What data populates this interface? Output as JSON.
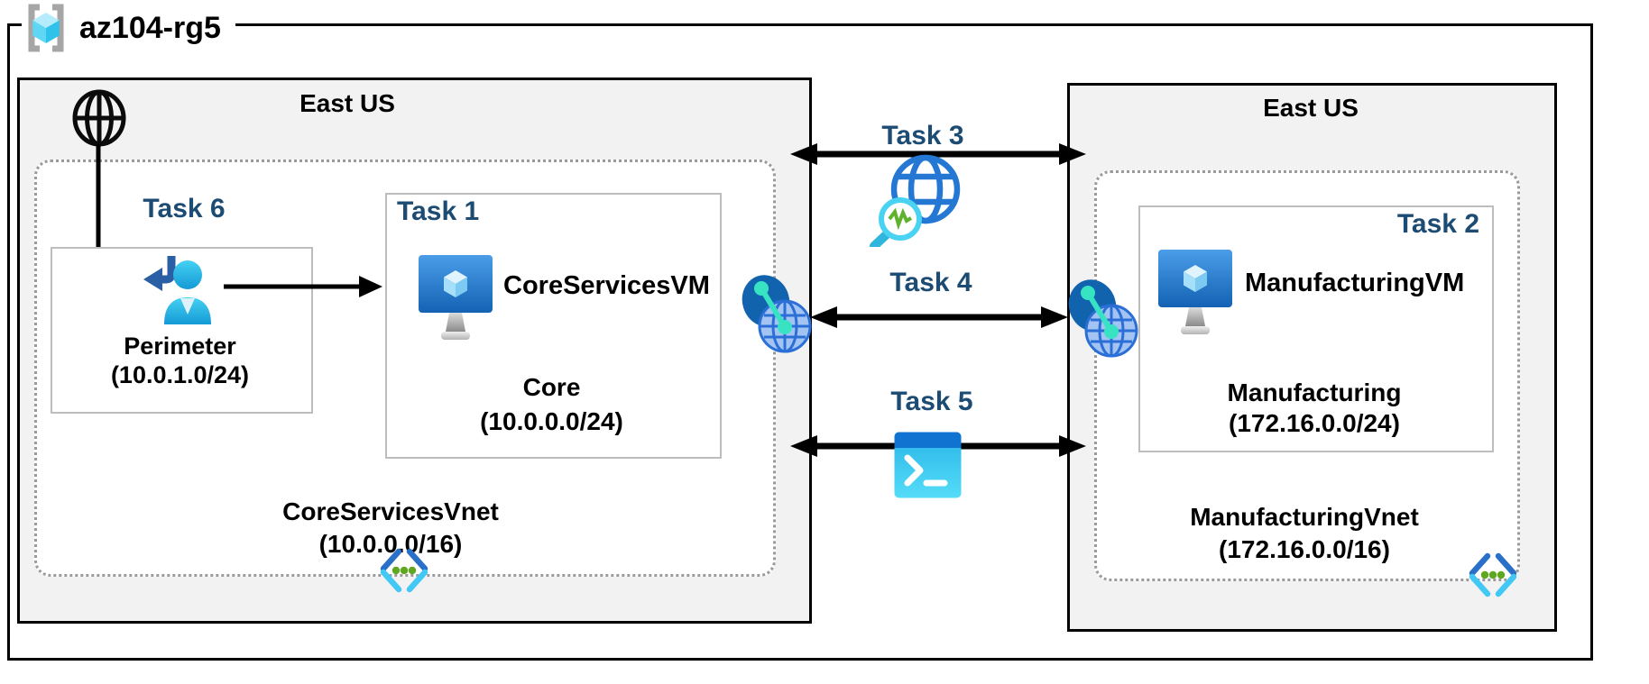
{
  "resource_group": {
    "name": "az104-rg5"
  },
  "left_region": {
    "location": "East US",
    "task6_label": "Task 6",
    "perimeter_subnet": {
      "name": "Perimeter",
      "cidr": "(10.0.1.0/24)"
    },
    "task1_label": "Task 1",
    "vm_name": "CoreServicesVM",
    "core_subnet": {
      "name": "Core",
      "cidr": "(10.0.0.0/24)"
    },
    "vnet": {
      "name": "CoreServicesVnet",
      "cidr": "(10.0.0.0/16)"
    }
  },
  "right_region": {
    "location": "East US",
    "task2_label": "Task 2",
    "vm_name": "ManufacturingVM",
    "subnet": {
      "name": "Manufacturing",
      "cidr": "(172.16.0.0/24)"
    },
    "vnet": {
      "name": "ManufacturingVnet",
      "cidr": "(172.16.0.0/16)"
    }
  },
  "connections": {
    "task3_label": "Task 3",
    "task4_label": "Task 4",
    "task5_label": "Task 5"
  },
  "icons": {
    "resource_group": "gray-brackets-cyan-cube",
    "internet": "black-wireframe-globe",
    "sign_in": "blue-person-with-return-arrow",
    "virtual_machine": "blue-monitor-with-cube",
    "peering": "dark-ellipse-globe-teal-link",
    "network_watcher": "blue-globe-with-magnifier-pulse",
    "cloud_shell": "terminal-prompt-window",
    "virtual_network": "blue-cyan-chevrons-green-dots"
  },
  "colors": {
    "task_label": "#1c4b74",
    "region_fill": "#f2f2f2",
    "arrow": "#000000"
  }
}
